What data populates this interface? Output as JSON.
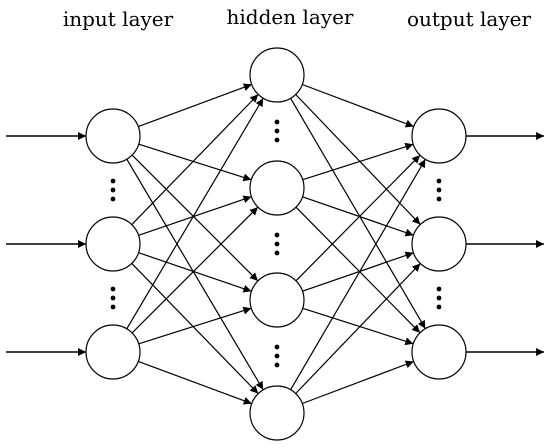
{
  "layers": [
    {
      "id": "input",
      "title": "input layer"
    },
    {
      "id": "hidden",
      "title": "hidden layer"
    },
    {
      "id": "output",
      "title": "output layer"
    }
  ],
  "colors": {
    "line": "#000000",
    "node_fill": "#ffffff",
    "background": "#ffffff"
  },
  "edges": "fully-connected-between-adjacent-layers"
}
